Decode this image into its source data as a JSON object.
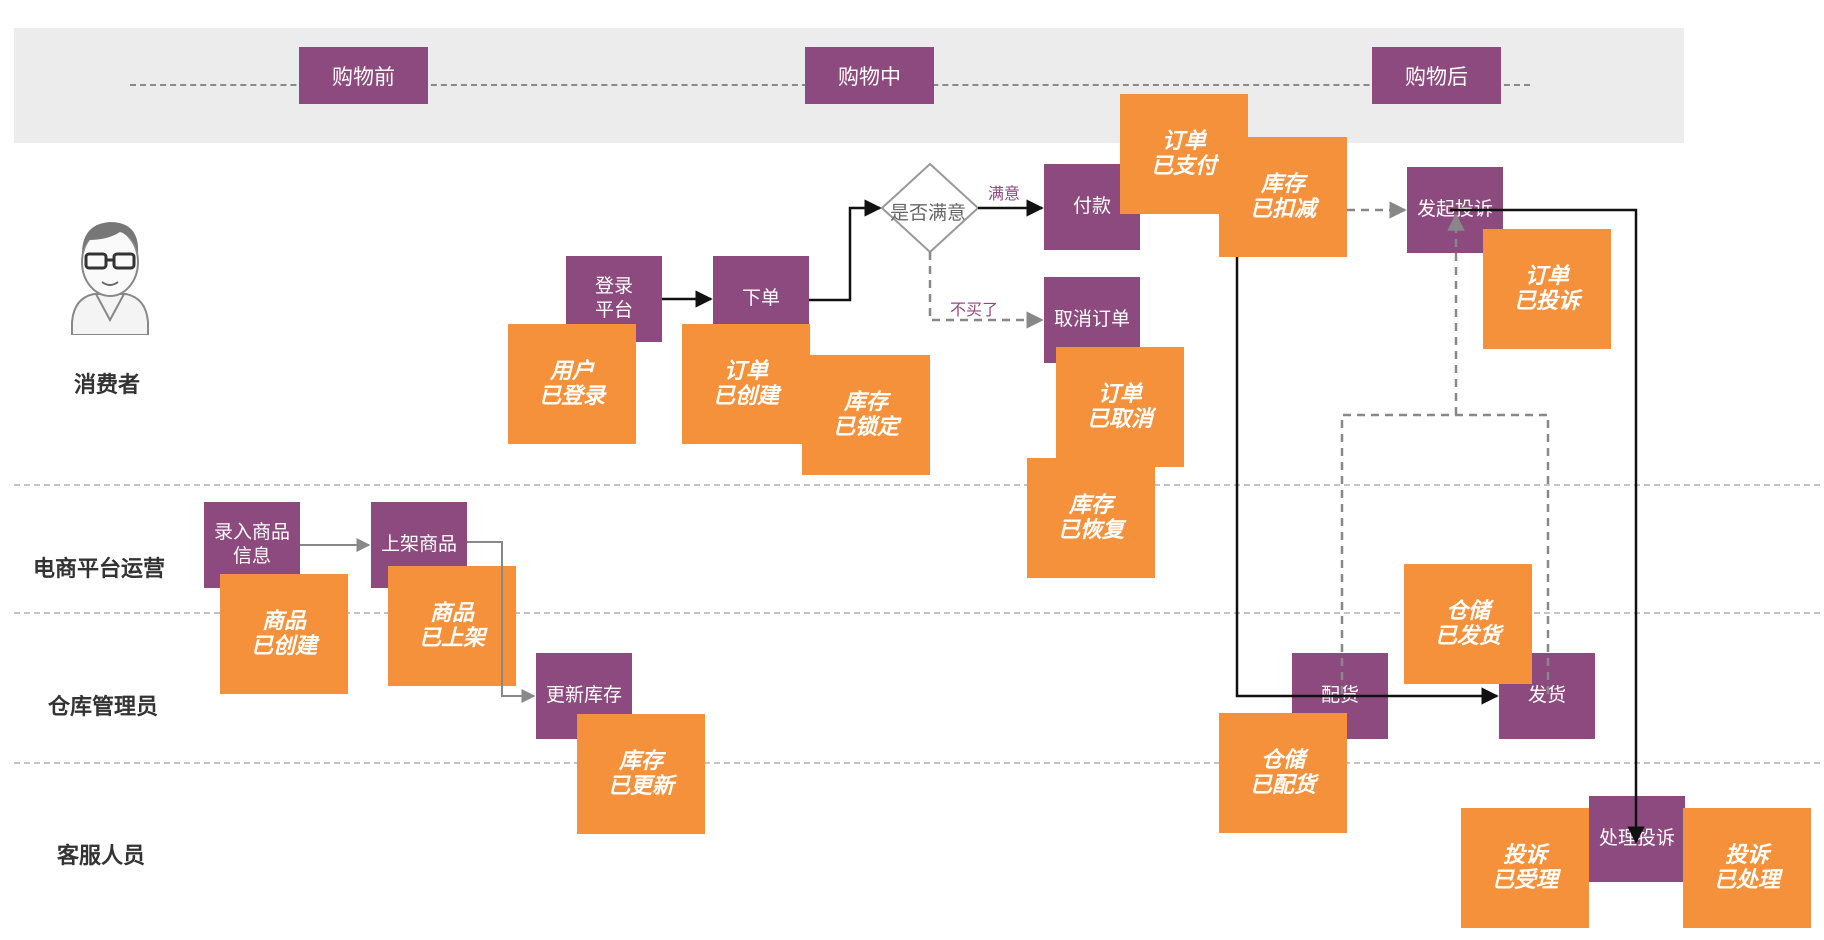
{
  "phases": {
    "before": "购物前",
    "during": "购物中",
    "after": "购物后"
  },
  "lanes": {
    "consumer": "消费者",
    "operations": "电商平台运营",
    "warehouse": "仓库管理员",
    "support": "客服人员"
  },
  "commands": {
    "login": [
      "登录",
      "平台"
    ],
    "place_order": "下单",
    "decision": "是否满意",
    "pay": "付款",
    "cancel_order": "取消订单",
    "file_complaint": "发起投诉",
    "enter_product": [
      "录入商品",
      "信息"
    ],
    "list_product": "上架商品",
    "update_stock": "更新库存",
    "allocate": "配货",
    "ship": "发货",
    "handle_complaint": "处理投诉"
  },
  "edge_labels": {
    "satisfied": "满意",
    "not_buying": "不买了"
  },
  "events": {
    "user_logged_in": [
      "用户",
      "已登录"
    ],
    "order_created": [
      "订单",
      "已创建"
    ],
    "stock_locked": [
      "库存",
      "已锁定"
    ],
    "order_paid": [
      "订单",
      "已支付"
    ],
    "stock_deducted": [
      "库存",
      "已扣减"
    ],
    "order_cancelled": [
      "订单",
      "已取消"
    ],
    "stock_restored": [
      "库存",
      "已恢复"
    ],
    "order_complained": [
      "订单",
      "已投诉"
    ],
    "product_created": [
      "商品",
      "已创建"
    ],
    "product_listed": [
      "商品",
      "已上架"
    ],
    "stock_updated": [
      "库存",
      "已更新"
    ],
    "warehouse_shipped": [
      "仓储",
      "已发货"
    ],
    "warehouse_allocated": [
      "仓储",
      "已配货"
    ],
    "complaint_accepted": [
      "投诉",
      "已受理"
    ],
    "complaint_handled": [
      "投诉",
      "已处理"
    ]
  },
  "colors": {
    "command": "#8c4a7e",
    "event": "#f6913b",
    "band": "#ececec"
  }
}
